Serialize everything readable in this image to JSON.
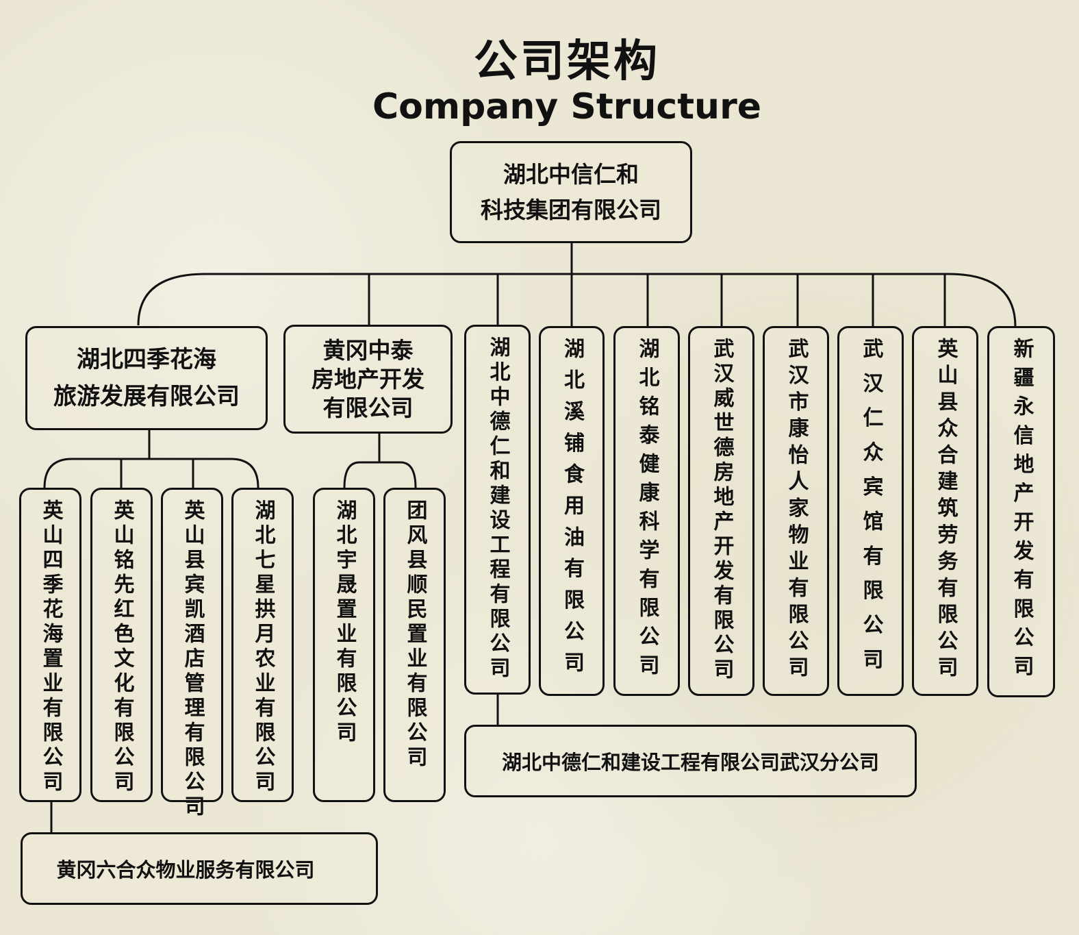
{
  "title_cn": "公司架构",
  "title_en": "Company Structure",
  "root": {
    "line1": "湖北中信仁和",
    "line2": "科技集团有限公司"
  },
  "level1": {
    "siji": {
      "line1": "湖北四季花海",
      "line2": "旅游发展有限公司"
    },
    "zhongtai": {
      "line1": "黄冈中泰",
      "line2": "房地产开发",
      "line3": "有限公司"
    },
    "vertical": [
      "湖北中德仁和建设工程有限公司",
      "湖北溪铺食用油有限公司",
      "湖北铭泰健康科学有限公司",
      "武汉威世德房地产开发有限公司",
      "武汉市康怡人家物业有限公司",
      "武汉仁众宾馆有限公司",
      "英山县众合建筑劳务有限公司",
      "新疆永信地产开发有限公司"
    ]
  },
  "level2": {
    "siji_children": [
      "英山四季花海置业有限公司",
      "英山铭先红色文化有限公司",
      "英山县宾凯酒店管理有限公司",
      "湖北七星拱月农业有限公司"
    ],
    "zhongtai_children": [
      "湖北宇晟置业有限公司",
      "团风县顺民置业有限公司"
    ],
    "zhongde_branch": "湖北中德仁和建设工程有限公司武汉分公司"
  },
  "level3": {
    "wuye": "黄冈六合众物业服务有限公司"
  }
}
